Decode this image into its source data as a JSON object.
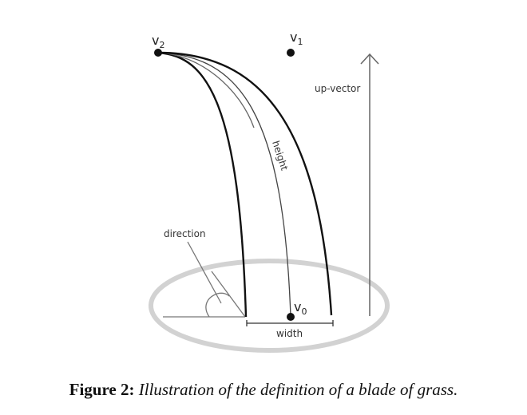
{
  "figure": {
    "labels": {
      "v2": "v",
      "v2_sub": "2",
      "v1": "v",
      "v1_sub": "1",
      "v0": "v",
      "v0_sub": "0",
      "up_vector": "up-vector",
      "height": "height",
      "direction": "direction",
      "width": "width"
    },
    "colors": {
      "ellipse": "#d2d2d2",
      "lines": "#111111",
      "thin_lines": "#555555"
    }
  },
  "caption": {
    "prefix": "Figure 2:",
    "text": "Illustration of the definition of a blade of grass."
  }
}
